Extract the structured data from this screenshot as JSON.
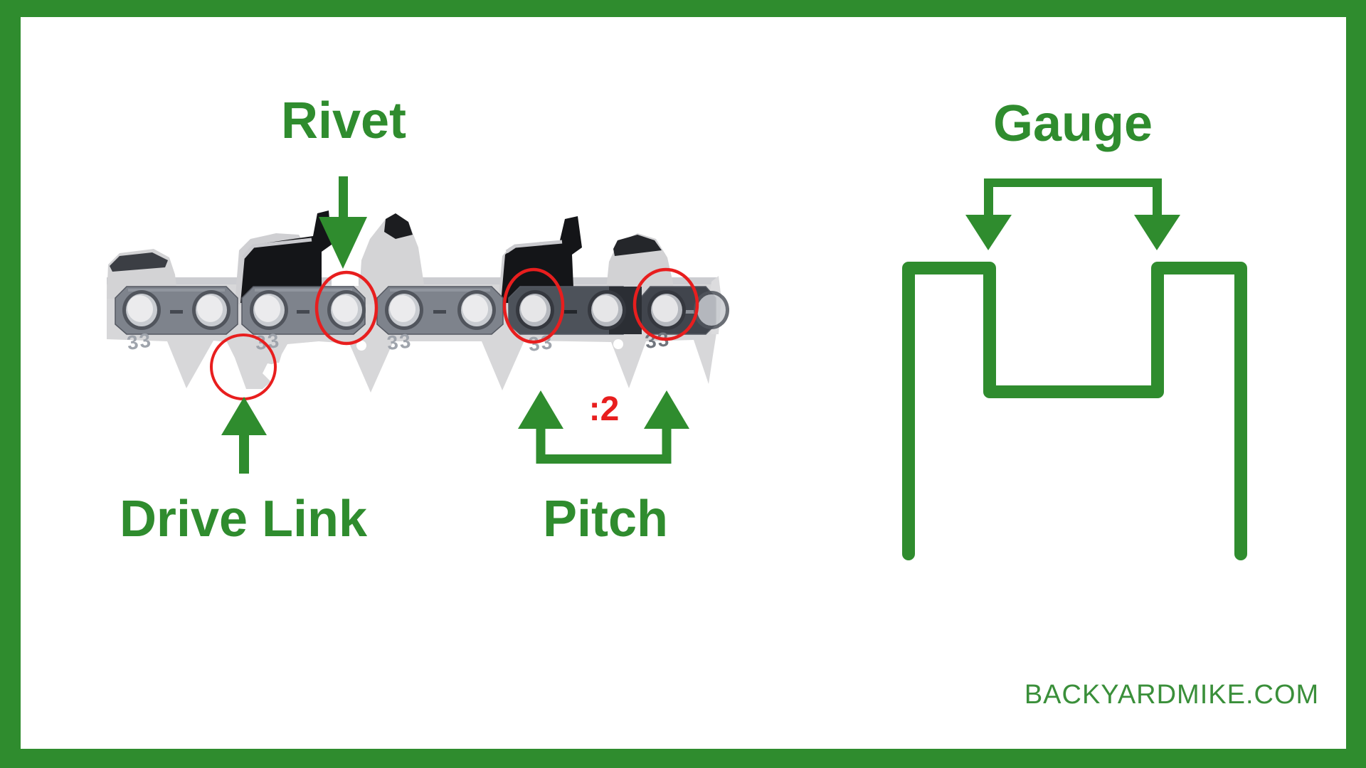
{
  "colors": {
    "green": "#2f8c2e",
    "footer_green": "#3a8f3a",
    "red": "#e81e1e",
    "bg": "#ffffff"
  },
  "labels": {
    "rivet": "Rivet",
    "drive_link": "Drive Link",
    "pitch": "Pitch",
    "gauge": "Gauge"
  },
  "annotations": {
    "pitch_divisor": ":2",
    "chain_stamp": "33"
  },
  "footer": {
    "website": "BACKYARDMIKE.COM"
  }
}
